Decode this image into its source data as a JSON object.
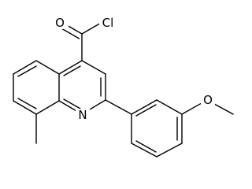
{
  "atoms": {
    "carbonyl_oxygen": "O",
    "chlorine": "Cl",
    "ring_nitrogen": "N",
    "ether_oxygen": "O"
  },
  "colors": {
    "bond": "#000000",
    "label": "#000000",
    "background": "#ffffff"
  }
}
